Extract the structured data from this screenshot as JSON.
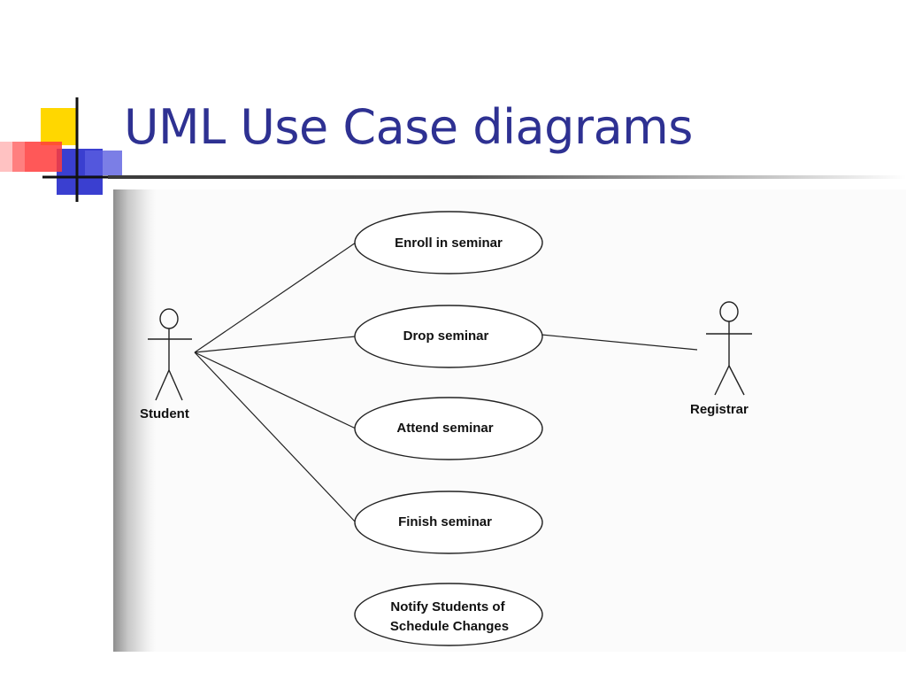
{
  "slide": {
    "title": "UML Use Case diagrams"
  },
  "colors": {
    "title": "#2e3192",
    "logo_yellow": "#ffd700",
    "logo_red": "#ff3b3b",
    "logo_blue": "#3a3fd0"
  },
  "diagram": {
    "actors": [
      {
        "name": "Student"
      },
      {
        "name": "Registrar"
      }
    ],
    "use_cases": [
      {
        "label_lines": [
          "Enroll in seminar"
        ]
      },
      {
        "label_lines": [
          "Drop seminar"
        ]
      },
      {
        "label_lines": [
          "Attend seminar"
        ]
      },
      {
        "label_lines": [
          "Finish seminar"
        ]
      },
      {
        "label_lines": [
          "Notify Students of",
          "Schedule Changes"
        ]
      }
    ]
  }
}
